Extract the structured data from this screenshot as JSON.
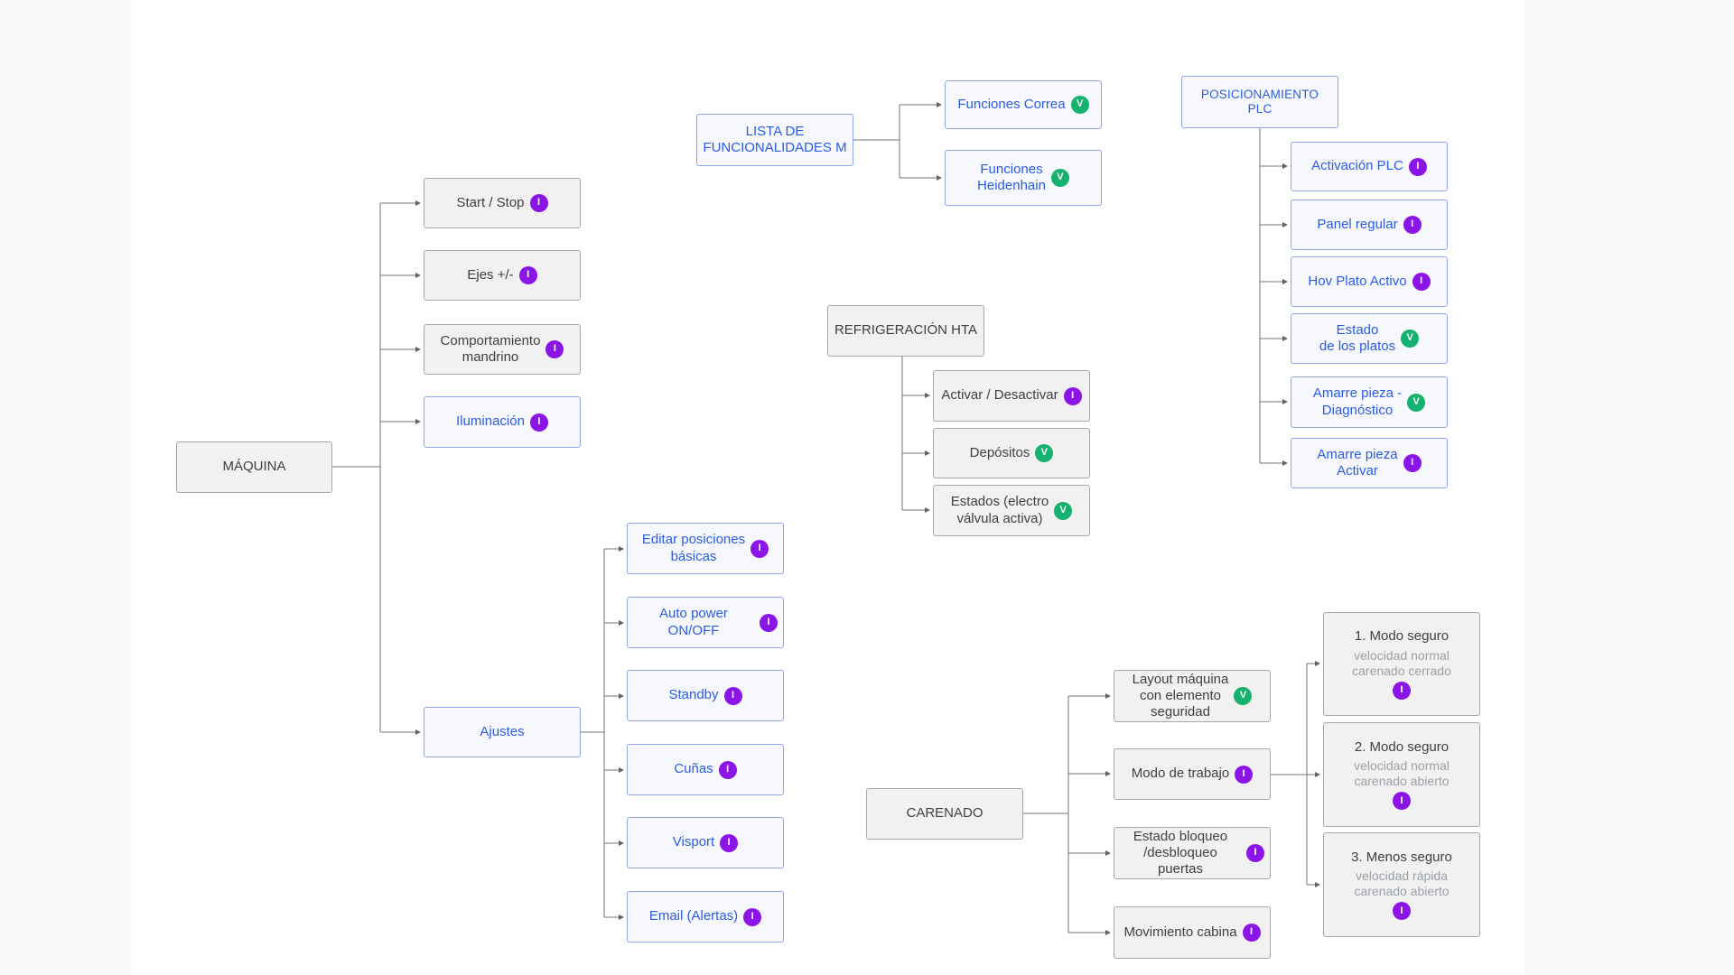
{
  "colors": {
    "page_background": "#fafafa",
    "canvas_background": "#ffffff",
    "gray_node_fill": "#f1f1f2",
    "gray_node_border": "#a6a7a9",
    "gray_node_text": "#3e4043",
    "blue_node_fill": "#f6f8fe",
    "blue_node_border": "#8fa6ee",
    "blue_node_text": "#2b5ce2",
    "badge_info": "#8b15e6",
    "badge_view": "#15b16e",
    "connector": "#71757a",
    "subtitle_text": "#9ba1a7"
  },
  "trees": {
    "maquina": {
      "root": "MÁQUINA",
      "children": [
        {
          "label": "Start / Stop",
          "badge": "I"
        },
        {
          "label": "Ejes +/-",
          "badge": "I"
        },
        {
          "label": "Comportamiento\nmandrino",
          "badge": "I"
        },
        {
          "label": "Iluminación",
          "badge": "I"
        },
        {
          "label": "Ajustes",
          "badge": ""
        }
      ],
      "ajustes_children": [
        {
          "label": "Editar posiciones\nbásicas",
          "badge": "I"
        },
        {
          "label": "Auto power ON/OFF",
          "badge": "I"
        },
        {
          "label": "Standby",
          "badge": "I"
        },
        {
          "label": "Cuñas",
          "badge": "I"
        },
        {
          "label": "Visport",
          "badge": "I"
        },
        {
          "label": "Email (Alertas)",
          "badge": "I"
        }
      ]
    },
    "lista": {
      "root": "LISTA DE\nFUNCIONALIDADES M",
      "children": [
        {
          "label": "Funciones Correa",
          "badge": "V"
        },
        {
          "label": "Funciones\nHeidenhain",
          "badge": "V"
        }
      ]
    },
    "refrigeracion": {
      "root": "REFRIGERACIÓN HTA",
      "children": [
        {
          "label": "Activar / Desactivar",
          "badge": "I"
        },
        {
          "label": "Depósitos",
          "badge": "V"
        },
        {
          "label": "Estados (electro\nválvula activa)",
          "badge": "V"
        }
      ]
    },
    "plc": {
      "root": "POSICIONAMIENTO PLC",
      "children": [
        {
          "label": "Activación PLC",
          "badge": "I"
        },
        {
          "label": "Panel regular",
          "badge": "I"
        },
        {
          "label": "Hov Plato Activo",
          "badge": "I"
        },
        {
          "label": "Estado\nde los platos",
          "badge": "V"
        },
        {
          "label": "Amarre pieza -\nDiagnóstico",
          "badge": "V"
        },
        {
          "label": "Amarre pieza\nActivar",
          "badge": "I"
        }
      ]
    },
    "carenado": {
      "root": "CARENADO",
      "children": [
        {
          "label": "Layout máquina\ncon elemento\nseguridad",
          "badge": "V"
        },
        {
          "label": "Modo de trabajo",
          "badge": "I"
        },
        {
          "label": "Estado bloqueo\n/desbloqueo puertas",
          "badge": "I"
        },
        {
          "label": "Movimiento cabina",
          "badge": "I"
        }
      ],
      "modo_children": [
        {
          "title": "1. Modo seguro",
          "subtitle": "velocidad normal\ncarenado cerrado",
          "badge": "I"
        },
        {
          "title": "2. Modo seguro",
          "subtitle": "velocidad normal\ncarenado abierto",
          "badge": "I"
        },
        {
          "title": "3. Menos seguro",
          "subtitle": "velocidad rápida\ncarenado abierto",
          "badge": "I"
        }
      ]
    }
  }
}
